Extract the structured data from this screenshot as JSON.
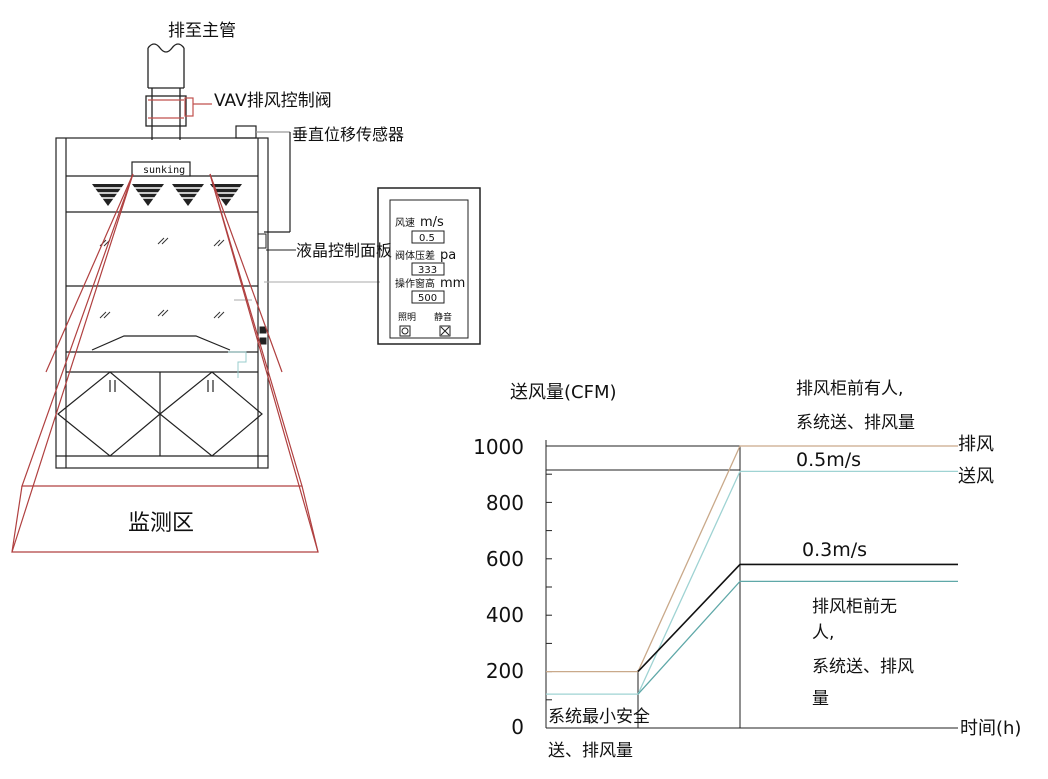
{
  "labels": {
    "exhaust_to_main": "排至主管",
    "vav_valve": "VAV排风控制阀",
    "vertical_sensor": "垂直位移传感器",
    "lcd_panel": "液晶控制面板",
    "monitor_zone": "监测区",
    "brand": "sunking"
  },
  "panel": {
    "air_speed_label": "风速",
    "air_speed_unit": "m/s",
    "air_speed_value": "0.5",
    "pressure_label": "阀体压差",
    "pressure_unit": "pa",
    "pressure_value": "333",
    "sash_label": "操作窗高",
    "sash_unit": "mm",
    "sash_value": "500",
    "light_label": "照明",
    "mute_label": "静音"
  },
  "chart": {
    "ylabel": "送风量(CFM)",
    "xlabel": "时间(h)",
    "exhaust_label": "排风",
    "supply_label": "送风",
    "speed_high": "0.5m/s",
    "speed_low": "0.3m/s",
    "occupied_line1": "排风柜前有人,",
    "occupied_line2": "系统送、排风量",
    "vacant_line1": "排风柜前无",
    "vacant_line2": "人,",
    "vacant_line3": "系统送、排风",
    "vacant_line4": "量",
    "min_line1": "系统最小安全",
    "min_line2": "送、排风量"
  },
  "chart_data": {
    "type": "line",
    "xlabel": "时间(h)",
    "ylabel": "送风量(CFM)",
    "ylim": [
      0,
      1000
    ],
    "y_ticks": [
      0,
      200,
      400,
      600,
      800,
      1000
    ],
    "grid": false,
    "series": [
      {
        "name": "排风",
        "color": "#c9a98a",
        "points": [
          [
            0,
            200
          ],
          [
            1,
            200
          ],
          [
            2,
            1000
          ],
          [
            3,
            1000
          ]
        ]
      },
      {
        "name": "送风",
        "color": "#9fd3d3",
        "points": [
          [
            0,
            120
          ],
          [
            1,
            120
          ],
          [
            2,
            910
          ],
          [
            3,
            910
          ]
        ]
      },
      {
        "name": "0.3m/s",
        "color": "#111111",
        "points": [
          [
            1,
            200
          ],
          [
            2,
            580
          ],
          [
            3,
            580
          ]
        ]
      },
      {
        "color": "#5fa8a8",
        "points": [
          [
            1,
            120
          ],
          [
            2,
            520
          ],
          [
            3,
            520
          ]
        ]
      }
    ],
    "annotations": [
      "0.5m/s",
      "0.3m/s",
      "排风柜前有人,系统送、排风量",
      "排风柜前无人,系统送、排风量",
      "系统最小安全送、排风量"
    ]
  }
}
